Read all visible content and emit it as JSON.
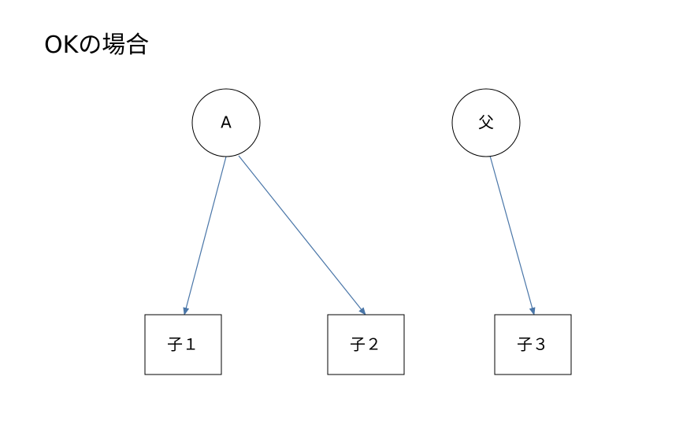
{
  "title": "OKの場合",
  "nodes": {
    "parent_a": {
      "label": "A",
      "shape": "circle"
    },
    "parent_father": {
      "label": "父",
      "shape": "circle"
    },
    "child_1": {
      "label": "子１",
      "shape": "box"
    },
    "child_2": {
      "label": "子２",
      "shape": "box"
    },
    "child_3": {
      "label": "子３",
      "shape": "box"
    }
  },
  "edges": [
    {
      "from": "A",
      "to": "子１"
    },
    {
      "from": "A",
      "to": "子２"
    },
    {
      "from": "父",
      "to": "子３"
    }
  ],
  "colors": {
    "edge": "#4a76a8",
    "node_stroke": "#000000",
    "node_fill": "#ffffff"
  }
}
